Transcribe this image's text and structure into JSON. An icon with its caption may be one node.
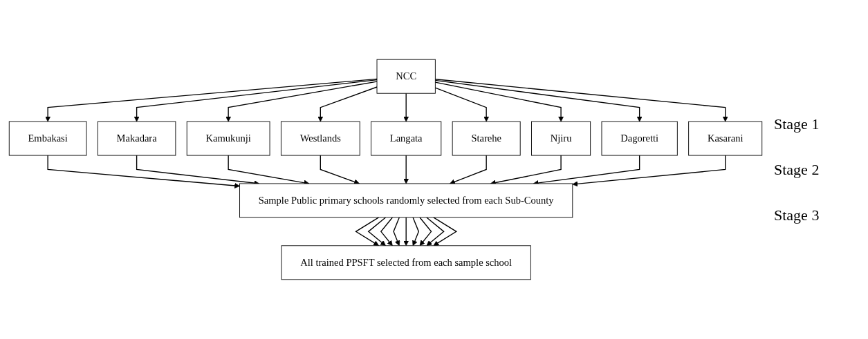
{
  "diagram": {
    "nodes": [
      {
        "text": [
          "NCC"
        ]
      },
      {
        "text": [
          "Embakasi"
        ]
      },
      {
        "text": [
          "Makadara"
        ]
      },
      {
        "text": [
          "Kamukunji"
        ]
      },
      {
        "text": [
          "Westlands"
        ]
      },
      {
        "text": [
          "Langata"
        ]
      },
      {
        "text": [
          "Starehe"
        ]
      },
      {
        "text": [
          "Njiru"
        ]
      },
      {
        "text": [
          "Dagoretti"
        ]
      },
      {
        "text": [
          "Kasarani"
        ]
      },
      {
        "text": [
          "Sample Public primary schools randomly selected from each Sub-County"
        ]
      },
      {
        "text": [
          "All trained PPSFT selected from each sample school"
        ]
      }
    ],
    "edges": [
      {
        "from": 0,
        "to": 1,
        "arrow": "to"
      },
      {
        "from": 0,
        "to": 2,
        "arrow": "to"
      },
      {
        "from": 0,
        "to": 3,
        "arrow": "to"
      },
      {
        "from": 0,
        "to": 4,
        "arrow": "to"
      },
      {
        "from": 0,
        "to": 5,
        "arrow": "to"
      },
      {
        "from": 0,
        "to": 6,
        "arrow": "to"
      },
      {
        "from": 0,
        "to": 7,
        "arrow": "to"
      },
      {
        "from": 0,
        "to": 8,
        "arrow": "to"
      },
      {
        "from": 0,
        "to": 9,
        "arrow": "to"
      },
      {
        "from": 1,
        "to": 10,
        "arrow": "to"
      },
      {
        "from": 2,
        "to": 10,
        "arrow": "to"
      },
      {
        "from": 3,
        "to": 10,
        "arrow": "to"
      },
      {
        "from": 4,
        "to": 10,
        "arrow": "to"
      },
      {
        "from": 5,
        "to": 10,
        "arrow": "to"
      },
      {
        "from": 6,
        "to": 10,
        "arrow": "to"
      },
      {
        "from": 7,
        "to": 10,
        "arrow": "to"
      },
      {
        "from": 8,
        "to": 10,
        "arrow": "to"
      },
      {
        "from": 9,
        "to": 10,
        "arrow": "to"
      },
      {
        "from": 10,
        "to": 11,
        "arrow": "to"
      },
      {
        "from": 10,
        "to": 11,
        "arrow": "to"
      },
      {
        "from": 10,
        "to": 11,
        "arrow": "to"
      },
      {
        "from": 10,
        "to": 11,
        "arrow": "to"
      },
      {
        "from": 10,
        "to": 11,
        "arrow": "to"
      },
      {
        "from": 10,
        "to": 11,
        "arrow": "to"
      },
      {
        "from": 10,
        "to": 11,
        "arrow": "to"
      },
      {
        "from": 10,
        "to": 11,
        "arrow": "to"
      },
      {
        "from": 10,
        "to": 11,
        "arrow": "to"
      }
    ],
    "labels": [
      "Stage 1",
      "Stage 2",
      "Stage 3"
    ]
  }
}
